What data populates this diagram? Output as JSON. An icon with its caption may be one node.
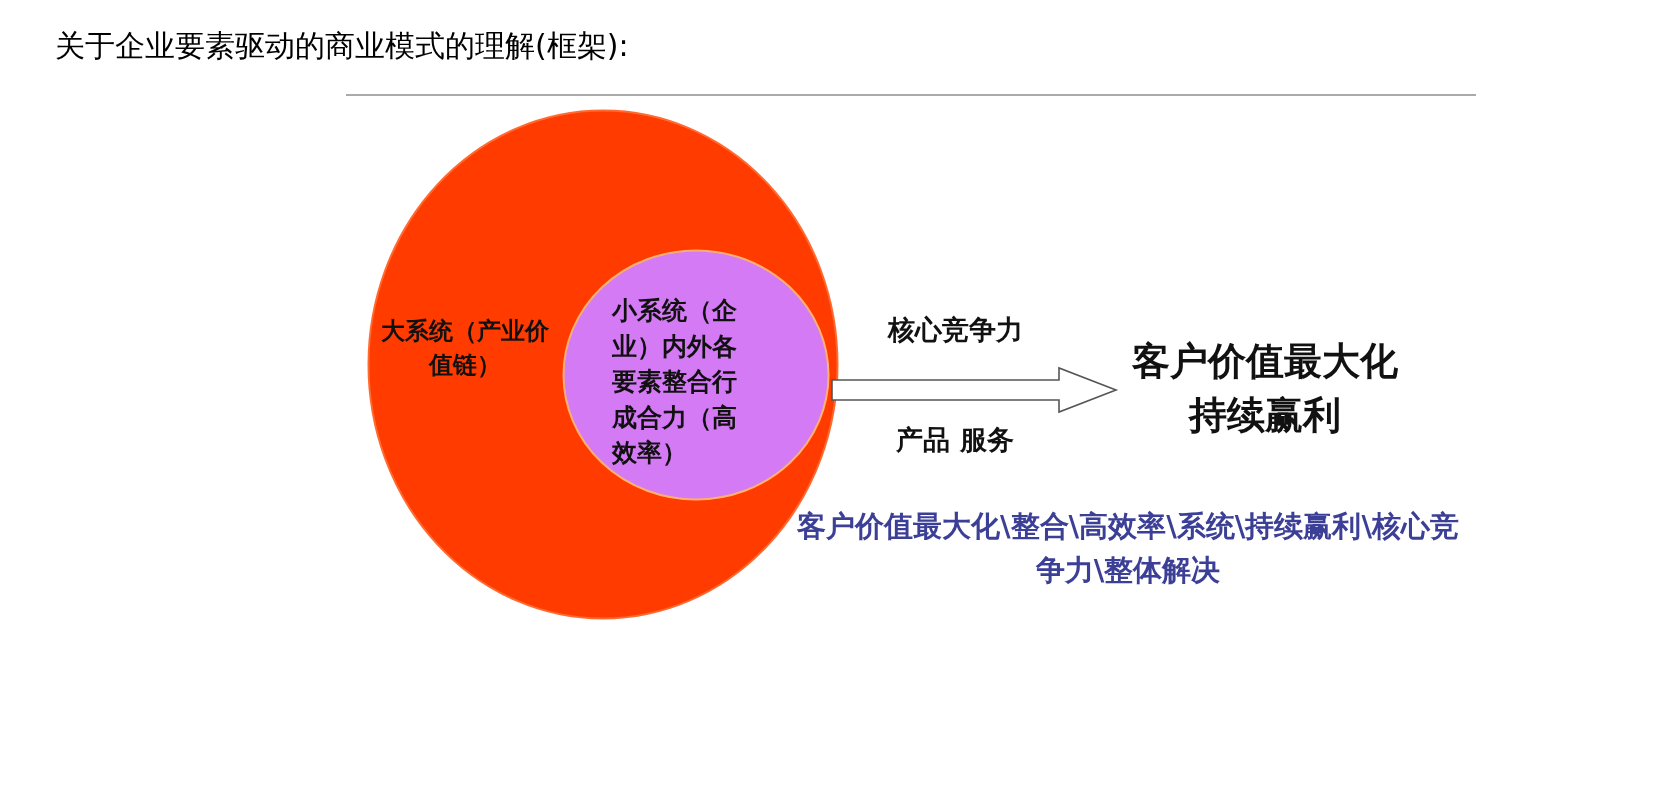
{
  "diagram": {
    "title": "关于企业要素驱动的商业模式的理解(框架):",
    "nodes": [
      {
        "text": [
          "大系统（产业价值链）"
        ]
      },
      {
        "text": [
          "小系统（企业）内外各要素整合行成合力（高效率）"
        ],
        "in": 0
      },
      {
        "text": [
          "客户价值最大化持续赢利"
        ]
      }
    ],
    "edges": [
      {
        "from": 1,
        "to": 2,
        "arrow": "to",
        "label": "核心竞争力"
      }
    ],
    "labels": [
      "产品 服务",
      "客户价值最大化\\整合\\高效率\\系统\\持续赢利\\核心竞争力\\整体解决"
    ]
  }
}
